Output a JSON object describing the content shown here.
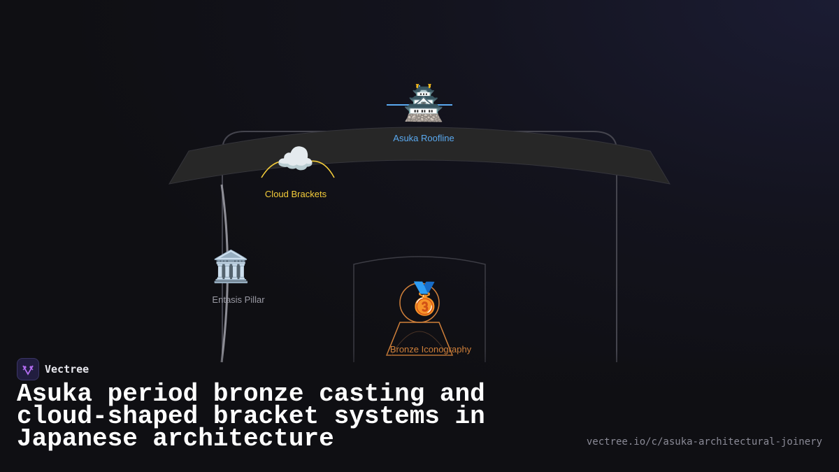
{
  "nodes": {
    "roofline": {
      "label": "Asuka Roofline",
      "icon": "pagoda-icon",
      "glyph": "🏯",
      "color": "#5aa9ef"
    },
    "brackets": {
      "label": "Cloud Brackets",
      "icon": "cloud-icon",
      "glyph": "☁️",
      "color": "#f5cd3a"
    },
    "pillar": {
      "label": "Entasis Pillar",
      "icon": "classical-building-icon",
      "glyph": "🏛️",
      "color": "#9a9aa4"
    },
    "bronze": {
      "label": "Bronze Iconography",
      "icon": "bronze-medal-icon",
      "glyph": "🥉",
      "color": "#d0803a"
    }
  },
  "brand": {
    "name": "Vectree",
    "icon": "vectree-logo-icon",
    "accent": "#b26cf0"
  },
  "title": "Asuka period bronze casting and cloud-shaped bracket systems in Japanese architecture",
  "url": "vectree.io/c/asuka-architectural-joinery",
  "colors": {
    "background": "#0f0f13",
    "roof_fill": "#272727",
    "outline": "#3c3c44"
  }
}
